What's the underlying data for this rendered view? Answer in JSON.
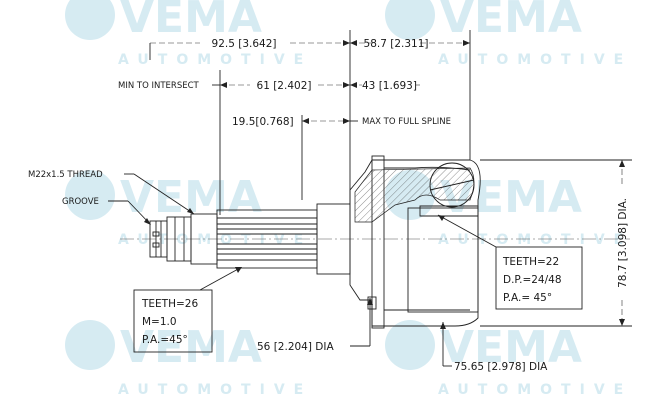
{
  "brand": {
    "logo_text": "VEMA",
    "logo_sub": "AUTOMOTIVE",
    "watermark_color": "#cfe6ef"
  },
  "dimensions": {
    "length_total": "92.5 [3.642]",
    "length_bell": "58.7 [2.311]",
    "min_to_intersect_label": "MIN TO INTERSECT",
    "intersect_dim": "61 [2.402]",
    "spline_dim": "43 [1.693]",
    "small_len": "19.5[0.768]",
    "max_spline_label": "MAX TO FULL SPLINE",
    "thread_label": "M22x1.5 THREAD",
    "groove_label": "GROOVE",
    "outer_dia": "78.7 [3.098] DIA.",
    "dia_56": "56 [2.204] DIA",
    "dia_75": "75.65 [2.978] DIA"
  },
  "teeth_outer": {
    "line1": "TEETH=26",
    "line2": "M=1.0",
    "line3": "P.A.=45°"
  },
  "teeth_inner": {
    "line1": "TEETH=22",
    "line2": "D.P.=24/48",
    "line3": "P.A.= 45°"
  }
}
